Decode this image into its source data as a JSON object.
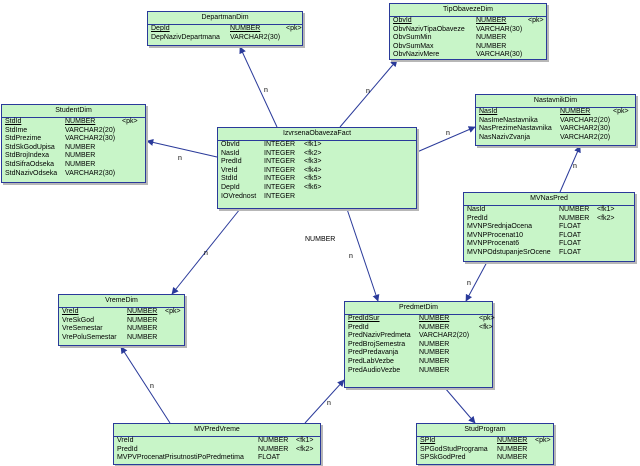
{
  "diagram": {
    "entities": {
      "departmanDim": {
        "title": "DepartmanDim",
        "rows": [
          {
            "name": "DepId",
            "type": "NUMBER",
            "key": "<pk>",
            "pk": true
          },
          {
            "name": "DepNazivDepartmana",
            "type": "VARCHAR2(30)",
            "key": ""
          }
        ]
      },
      "tipObavezeDim": {
        "title": "TipObavezeDim",
        "rows": [
          {
            "name": "ObvId",
            "type": "NUMBER",
            "key": "<pk>",
            "pk": true
          },
          {
            "name": "ObvNazivTipaObaveze",
            "type": "VARCHAR(30)",
            "key": ""
          },
          {
            "name": "ObvSumMin",
            "type": "NUMBER",
            "key": ""
          },
          {
            "name": "ObvSumMax",
            "type": "NUMBER",
            "key": ""
          },
          {
            "name": "ObvNazivMere",
            "type": "VARCHAR(30)",
            "key": ""
          }
        ]
      },
      "studentDim": {
        "title": "StudentDim",
        "rows": [
          {
            "name": "StdId",
            "type": "NUMBER",
            "key": "<pk>",
            "pk": true
          },
          {
            "name": "StdIme",
            "type": "VARCHAR2(20)",
            "key": ""
          },
          {
            "name": "StdPrezime",
            "type": "VARCHAR2(30)",
            "key": ""
          },
          {
            "name": "StdSkGodUpisa",
            "type": "NUMBER",
            "key": ""
          },
          {
            "name": "StdBrojIndexa",
            "type": "NUMBER",
            "key": ""
          },
          {
            "name": "StdSifraOdseka",
            "type": "NUMBER",
            "key": ""
          },
          {
            "name": "StdNazivOdseka",
            "type": "VARCHAR2(30)",
            "key": ""
          }
        ]
      },
      "nastavnikDim": {
        "title": "NastavnikDim",
        "rows": [
          {
            "name": "NasId",
            "type": "NUMBER",
            "key": "<pk>",
            "pk": true
          },
          {
            "name": "NasImeNastavnika",
            "type": "VARCHAR2(20)",
            "key": ""
          },
          {
            "name": "NasPrezimeNastavnika",
            "type": "VARCHAR2(30)",
            "key": ""
          },
          {
            "name": "NasNazivZvanja",
            "type": "VARCHAR2(20)",
            "key": ""
          }
        ]
      },
      "izvrsenaObavezaFact": {
        "title": "IzvrsenaObavezaFact",
        "rows": [
          {
            "name": "ObvId",
            "type": "INTEGER",
            "key": "<fk1>"
          },
          {
            "name": "NasId",
            "type": "INTEGER",
            "key": "<fk2>"
          },
          {
            "name": "PredId",
            "type": "INTEGER",
            "key": "<fk3>"
          },
          {
            "name": "VreId",
            "type": "INTEGER",
            "key": "<fk4>"
          },
          {
            "name": "StdId",
            "type": "INTEGER",
            "key": "<fk5>"
          },
          {
            "name": "DepId",
            "type": "INTEGER",
            "key": "<fk6>"
          },
          {
            "name": "IOVrednost",
            "type": "INTEGER",
            "key": ""
          }
        ]
      },
      "mvNasPred": {
        "title": "MVNasPred",
        "rows": [
          {
            "name": "NasId",
            "type": "NUMBER",
            "key": "<fk1>"
          },
          {
            "name": "PredId",
            "type": "NUMBER",
            "key": "<fk2>"
          },
          {
            "name": "MVNPSrednjaOcena",
            "type": "FLOAT",
            "key": ""
          },
          {
            "name": "MVNPProcenat10",
            "type": "FLOAT",
            "key": ""
          },
          {
            "name": "MVNPProcenat6",
            "type": "FLOAT",
            "key": ""
          },
          {
            "name": "MVNPOdstupanjeSrOcene",
            "type": "FLOAT",
            "key": ""
          }
        ]
      },
      "vremeDim": {
        "title": "VremeDim",
        "rows": [
          {
            "name": "VreId",
            "type": "NUMBER",
            "key": "<pk>",
            "pk": true
          },
          {
            "name": "VreSkGod",
            "type": "NUMBER",
            "key": ""
          },
          {
            "name": "VreSemestar",
            "type": "NUMBER",
            "key": ""
          },
          {
            "name": "VrePoluSemestar",
            "type": "NUMBER",
            "key": ""
          }
        ]
      },
      "predmetDim": {
        "title": "PredmetDim",
        "rows": [
          {
            "name": "PredIdSur",
            "type": "NUMBER",
            "key": "<pk>",
            "pk": true
          },
          {
            "name": "PredId",
            "type": "NUMBER",
            "key": "<fk>"
          },
          {
            "name": "PredNazivPredmeta",
            "type": "VARCHAR2(20)",
            "key": ""
          },
          {
            "name": "PredBrojSemestra",
            "type": "NUMBER",
            "key": ""
          },
          {
            "name": "PredPredavanja",
            "type": "NUMBER",
            "key": ""
          },
          {
            "name": "PredLabVezbe",
            "type": "NUMBER",
            "key": ""
          },
          {
            "name": "PredAudioVezbe",
            "type": "NUMBER",
            "key": ""
          }
        ]
      },
      "mvPredVreme": {
        "title": "MVPredVreme",
        "rows": [
          {
            "name": "VreId",
            "type": "NUMBER",
            "key": "<fk1>"
          },
          {
            "name": "PredId",
            "type": "NUMBER",
            "key": "<fk2>"
          },
          {
            "name": "MVPVProcenatPrisutnostiPoPredmetima",
            "type": "FLOAT",
            "key": ""
          }
        ]
      },
      "studProgram": {
        "title": "StudProgram",
        "rows": [
          {
            "name": "SPId",
            "type": "NUMBER",
            "key": "<pk>",
            "pk": true
          },
          {
            "name": "SPGodStudPrograma",
            "type": "NUMBER",
            "key": ""
          },
          {
            "name": "SPSkGodPred",
            "type": "NUMBER",
            "key": ""
          }
        ]
      }
    },
    "free_label": "NUMBER",
    "cardinality": "n",
    "colors": {
      "entity_fill": "#c8f5c8",
      "entity_border": "#2a3a9a",
      "connector": "#2a3a9a",
      "shadow": "#b7b7b7"
    }
  }
}
